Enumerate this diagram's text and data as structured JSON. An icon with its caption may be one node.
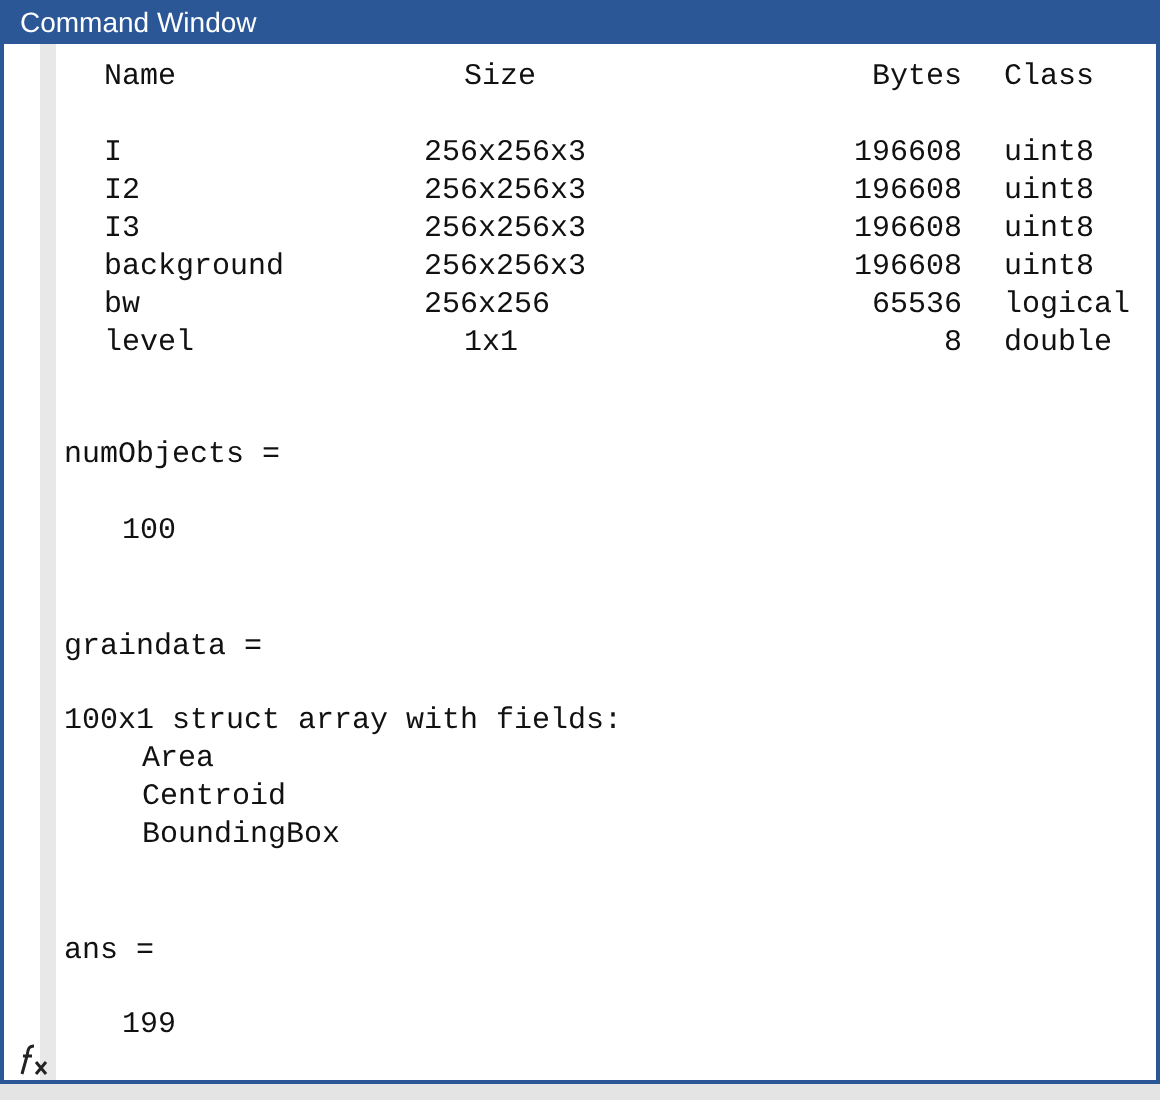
{
  "diagram": {
    "title": "Command Window",
    "labels": [
      "Name",
      "Size",
      "Bytes",
      "Class",
      "I",
      "256x256x3",
      "196608",
      "uint8",
      "I2",
      "256x256x3",
      "196608",
      "uint8",
      "I3",
      "256x256x3",
      "196608",
      "uint8",
      "background",
      "256x256x3",
      "196608",
      "uint8",
      "bw",
      "256x256",
      "65536",
      "logical",
      "level",
      "1x1",
      "8",
      "double",
      "numObjects =",
      "100",
      "graindata =",
      "100x1 struct array with fields:",
      "Area",
      "Centroid",
      "BoundingBox",
      "ans =",
      "199"
    ]
  }
}
